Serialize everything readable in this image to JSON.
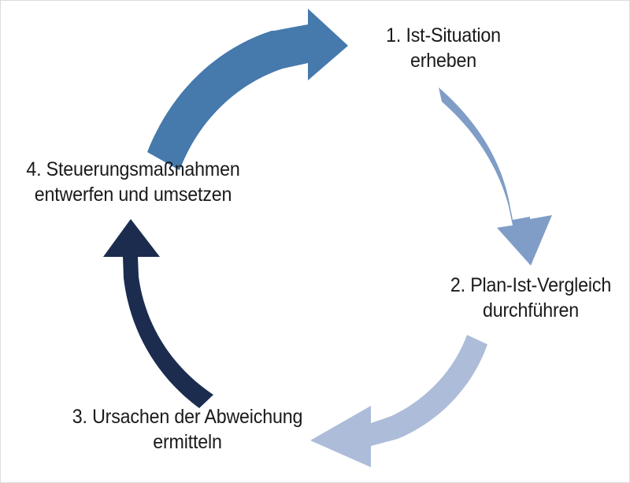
{
  "diagram": {
    "type": "cyclic-process-diagram",
    "title_visible": false,
    "background_color": "#ffffff",
    "border_color": "#dcdcdc",
    "text_color": "#1a1a1a",
    "direction": "clockwise",
    "step_count": 4,
    "steps": [
      {
        "number": "1.",
        "text": "1. Ist-Situation\nerheben",
        "line1": "1. Ist-Situation",
        "line2": "erheben",
        "position": "top-right",
        "incoming_arrow": "arrow-4-to-1",
        "outgoing_arrow": "arrow-1-to-2"
      },
      {
        "number": "2.",
        "text": "2. Plan-Ist-Vergleich\ndurchführen",
        "line1": "2. Plan-Ist-Vergleich",
        "line2": "durchführen",
        "position": "bottom-right",
        "incoming_arrow": "arrow-1-to-2",
        "outgoing_arrow": "arrow-2-to-3"
      },
      {
        "number": "3.",
        "text": "3. Ursachen der Abweichung\nermitteln",
        "line1": "3. Ursachen der Abweichung",
        "line2": "ermitteln",
        "position": "bottom-left",
        "incoming_arrow": "arrow-2-to-3",
        "outgoing_arrow": "arrow-3-to-4"
      },
      {
        "number": "4.",
        "text": "4. Steuerungsmaßnahmen\nentwerfen und umsetzen",
        "line1": "4. Steuerungsmaßnahmen",
        "line2": "entwerfen und umsetzen",
        "position": "top-left",
        "incoming_arrow": "arrow-3-to-4",
        "outgoing_arrow": "arrow-4-to-1"
      }
    ],
    "arrows": [
      {
        "id": "arrow-4-to-1",
        "name": "arrow-step4-to-step1",
        "from_step": "4.",
        "to_step": "1.",
        "color": "#4679ac",
        "points_to": "right",
        "location": "top"
      },
      {
        "id": "arrow-1-to-2",
        "name": "arrow-step1-to-step2",
        "from_step": "1.",
        "to_step": "2.",
        "color": "#7f9dc6",
        "points_to": "down",
        "location": "right"
      },
      {
        "id": "arrow-2-to-3",
        "name": "arrow-step2-to-step3",
        "from_step": "2.",
        "to_step": "3.",
        "color": "#adbcd8",
        "points_to": "left",
        "location": "bottom"
      },
      {
        "id": "arrow-3-to-4",
        "name": "arrow-step3-to-step4",
        "from_step": "3.",
        "to_step": "4.",
        "color": "#1b2c4f",
        "points_to": "up",
        "location": "left"
      }
    ]
  }
}
